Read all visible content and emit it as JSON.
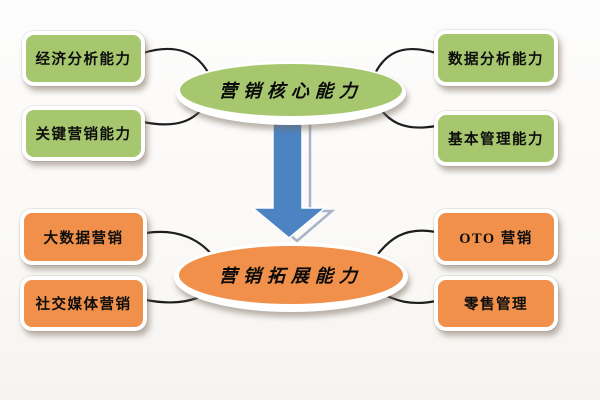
{
  "diagram": {
    "title": "marketing-capability-diagram",
    "top_ellipse": {
      "label": "营销核心能力"
    },
    "bottom_ellipse": {
      "label": "营销拓展能力"
    },
    "top_left_boxes": [
      {
        "label": "经济分析能力"
      },
      {
        "label": "关键营销能力"
      }
    ],
    "top_right_boxes": [
      {
        "label": "数据分析能力"
      },
      {
        "label": "基本管理能力"
      }
    ],
    "bottom_left_boxes": [
      {
        "label": "大数据营销"
      },
      {
        "label": "社交媒体营销"
      }
    ],
    "bottom_right_boxes": [
      {
        "label": "OTO 营销"
      },
      {
        "label": "零售管理"
      }
    ],
    "arrow": {
      "direction": "down",
      "meaning": "core capability leads to expansion capability"
    },
    "colors": {
      "node_green": "#a6c76e",
      "node_orange": "#f0904b",
      "arrow_blue": "#4b83c3",
      "arrow_outline": "#a7b3c6",
      "connector_black": "#1e1e1e",
      "background": "#fbfaf8",
      "border_white": "#ffffff"
    }
  }
}
